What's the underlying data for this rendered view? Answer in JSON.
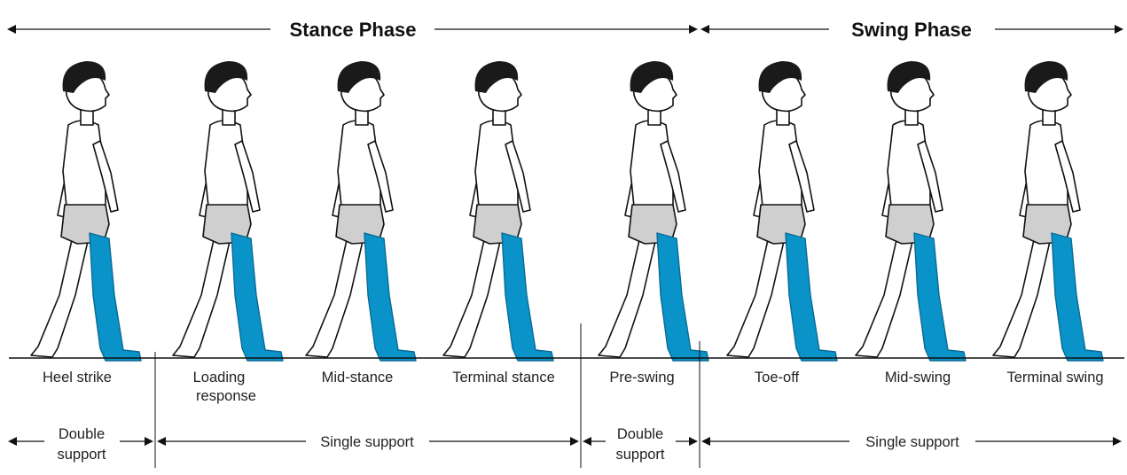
{
  "phases": {
    "stance": "Stance Phase",
    "swing": "Swing Phase"
  },
  "events": [
    {
      "line1": "Heel strike",
      "line2": ""
    },
    {
      "line1": "Loading",
      "line2": "response"
    },
    {
      "line1": "Mid-stance",
      "line2": ""
    },
    {
      "line1": "Terminal stance",
      "line2": ""
    },
    {
      "line1": "Pre-swing",
      "line2": ""
    },
    {
      "line1": "Toe-off",
      "line2": ""
    },
    {
      "line1": "Mid-swing",
      "line2": ""
    },
    {
      "line1": "Terminal swing",
      "line2": ""
    }
  ],
  "supports": [
    {
      "line1": "Double",
      "line2": "support"
    },
    {
      "line1": "Single support",
      "line2": ""
    },
    {
      "line1": "Double",
      "line2": "support"
    },
    {
      "line1": "Single support",
      "line2": ""
    }
  ],
  "colors": {
    "highlighted_leg": "#0a93c9",
    "shorts": "#cfcfcf",
    "hair": "#1a1a1a"
  }
}
